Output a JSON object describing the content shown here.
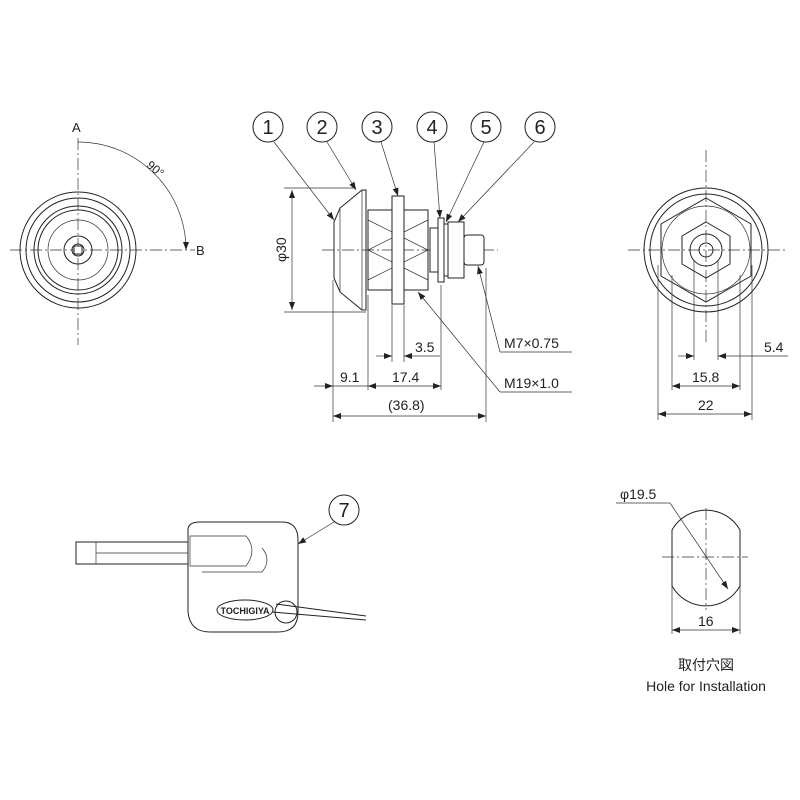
{
  "front_view": {
    "label_a": "A",
    "label_b": "B",
    "angle": "90°"
  },
  "callouts": [
    "1",
    "2",
    "3",
    "4",
    "5",
    "6",
    "7"
  ],
  "side_view": {
    "diameter": "φ30",
    "dim_3_5": "3.5",
    "dim_9_1": "9.1",
    "dim_17_4": "17.4",
    "dim_total": "(36.8)",
    "thread_small": "M7×0.75",
    "thread_large": "M19×1.0"
  },
  "rear_view": {
    "dim_5_4": "5.4",
    "dim_15_8": "15.8",
    "dim_22": "22"
  },
  "key": {
    "logo_text": "TOCHIGIYA"
  },
  "hole": {
    "diameter": "φ19.5",
    "width": "16",
    "title_jp": "取付穴図",
    "title_en": "Hole for Installation"
  }
}
